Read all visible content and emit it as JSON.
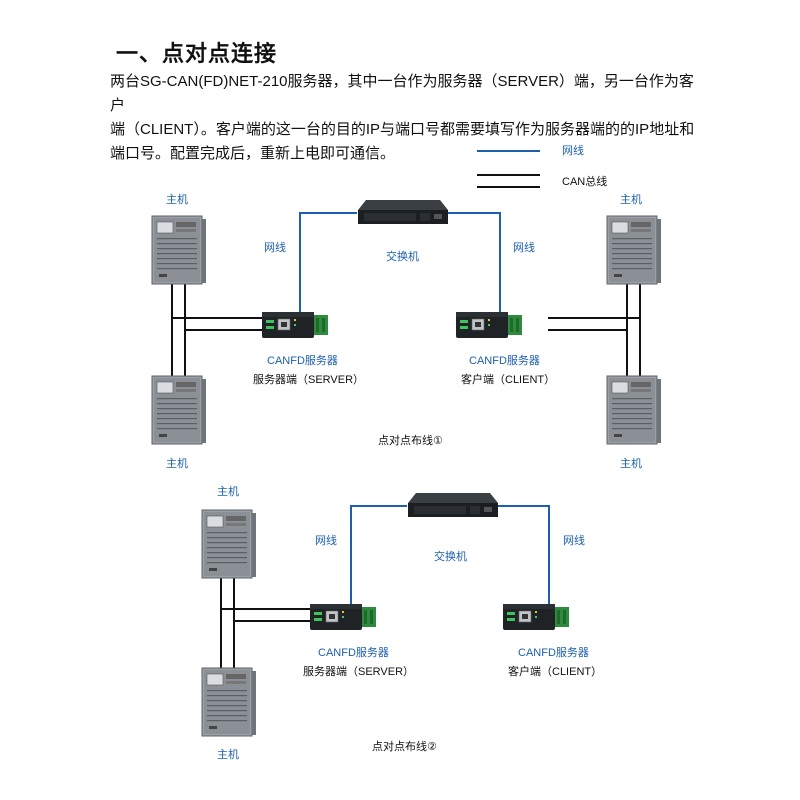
{
  "heading": "一、点对点连接",
  "intro": {
    "line1": "两台SG-CAN(FD)NET-210服务器，其中一台作为服务器（SERVER）端，另一台作为客户",
    "line2": "端（CLIENT）。客户端的这一台的目的IP与端口号都需要填写作为服务器端的的IP地址和",
    "line3": "端口号。配置完成后，重新上电即可通信。"
  },
  "legend": {
    "network": "网线",
    "can": "CAN总线"
  },
  "diagram1": {
    "host_tl": "主机",
    "host_bl": "主机",
    "host_tr": "主机",
    "host_br": "主机",
    "cable_left": "网线",
    "cable_right": "网线",
    "switch": "交换机",
    "server_name": "CANFD服务器",
    "server_role": "服务器端（SERVER）",
    "client_name": "CANFD服务器",
    "client_role": "客户端（CLIENT）",
    "caption": "点对点布线①"
  },
  "diagram2": {
    "host_top": "主机",
    "host_bottom": "主机",
    "cable_left": "网线",
    "cable_right": "网线",
    "switch": "交换机",
    "server_name": "CANFD服务器",
    "server_role": "服务器端（SERVER）",
    "client_name": "CANFD服务器",
    "client_role": "客户端（CLIENT）",
    "caption": "点对点布线②"
  },
  "colors": {
    "network_line": "#1d5fae",
    "can_line": "#111111",
    "label_blue": "#1d5fae",
    "device_green": "#2e8a3c",
    "cabinet": "#8e9399"
  }
}
